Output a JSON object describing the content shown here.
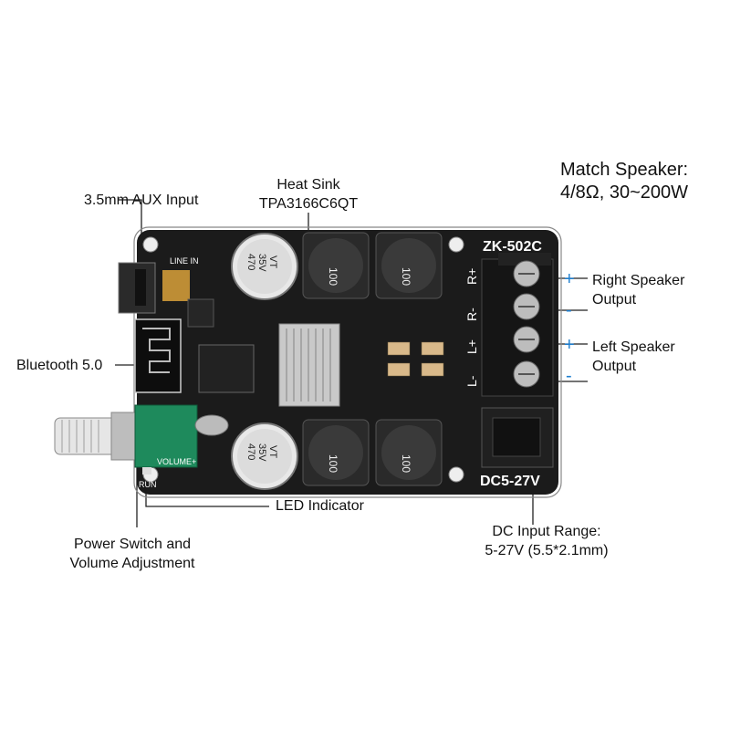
{
  "labels": {
    "match_speaker_line1": "Match Speaker:",
    "match_speaker_line2": "4/8Ω, 30~200W",
    "heat_sink_line1": "Heat Sink",
    "heat_sink_line2": "TPA3166C6QT",
    "aux_input": "3.5mm AUX Input",
    "bluetooth": "Bluetooth 5.0",
    "right_speaker_line1": "Right Speaker",
    "right_speaker_line2": "Output",
    "left_speaker_line1": "Left Speaker",
    "left_speaker_line2": "Output",
    "led_indicator": "LED Indicator",
    "power_switch_line1": "Power Switch and",
    "power_switch_line2": "Volume Adjustment",
    "dc_input_line1": "DC Input Range:",
    "dc_input_line2": "5-27V (5.5*2.1mm)"
  },
  "polarity": {
    "plus": "+",
    "minus": "-"
  },
  "board": {
    "model": "ZK-502C",
    "dc_label": "DC5-27V",
    "line_in": "LINE IN",
    "volume": "VOLUME+",
    "run": "RUN",
    "terminal_r_plus": "R+",
    "terminal_r_minus": "R-",
    "terminal_l_plus": "L+",
    "terminal_l_minus": "L-",
    "inductor_marking": "100",
    "capacitor_line1": "470",
    "capacitor_line2": "35V",
    "capacitor_line3": "VT"
  },
  "colors": {
    "pcb": "#1b1b1b",
    "polarity_blue": "#1e7fd0",
    "volume_pot": "#1e8a5c",
    "heatsink": "#c9c9c9"
  }
}
